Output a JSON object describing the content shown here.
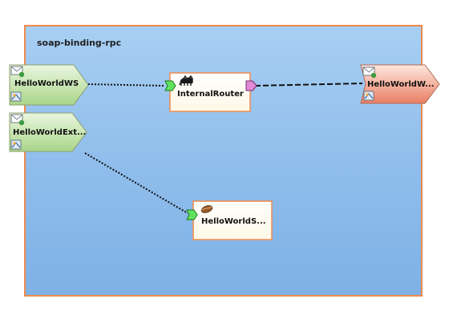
{
  "composite": {
    "name": "soap-binding-rpc"
  },
  "services": [
    {
      "name": "HelloWorldWS"
    },
    {
      "name": "HelloWorldExt..."
    }
  ],
  "components": [
    {
      "name": "InternalRouter",
      "icon": "camel-icon"
    },
    {
      "name": "HelloWorldS...",
      "icon": "bean-icon"
    }
  ],
  "references": [
    {
      "name": "HelloWorldW..."
    }
  ],
  "colors": {
    "composite_border": "#f08a4c",
    "composite_fill": "#92bfec",
    "service_fill": "#c3e2a4",
    "reference_fill": "#f2a28a",
    "component_border": "#f08a4c",
    "component_fill": "#fffef2"
  }
}
